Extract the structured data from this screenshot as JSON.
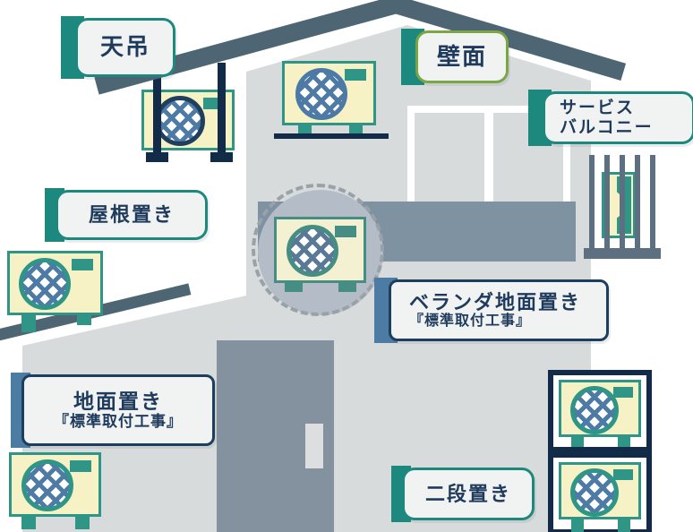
{
  "labels": {
    "ceiling": {
      "text": "天吊"
    },
    "wall": {
      "text": "壁面"
    },
    "service_balcony": {
      "line1": "サービス",
      "line2": "バルコニー"
    },
    "roof": {
      "text": "屋根置き"
    },
    "veranda_ground": {
      "title": "ベランダ地面置き",
      "subtitle": "『標準取付工事』"
    },
    "ground": {
      "title": "地面置き",
      "subtitle": "『標準取付工事』"
    },
    "two_tier": {
      "text": "二段置き"
    }
  },
  "icons": {
    "outdoor_unit": "ac-outdoor-unit-icon",
    "fan": "fan-grille-icon",
    "vent": "vent-icon",
    "magnifier": "magnifier-circle-icon",
    "railing": "balcony-railing-icon",
    "house": "house-illustration"
  },
  "colors": {
    "teal_accent": "#1d897e",
    "unit_border_teal": "#2e9587",
    "green_border": "#7aa643",
    "navy_text": "#1e3a5c",
    "navy_border": "#1d3e5f",
    "steel_blue_accent": "#4c7ba3",
    "fan_lattice_blue": "#4d7ba6",
    "roof_slate": "#4e6574",
    "wall_gray": "#d8dbdc",
    "balcony_slate": "#7e92a1",
    "door_slate": "#83929e",
    "unit_body_yellow": "#f6f2c5",
    "rack_frame_navy": "#112b49",
    "label_background": "#f1f3f2"
  }
}
